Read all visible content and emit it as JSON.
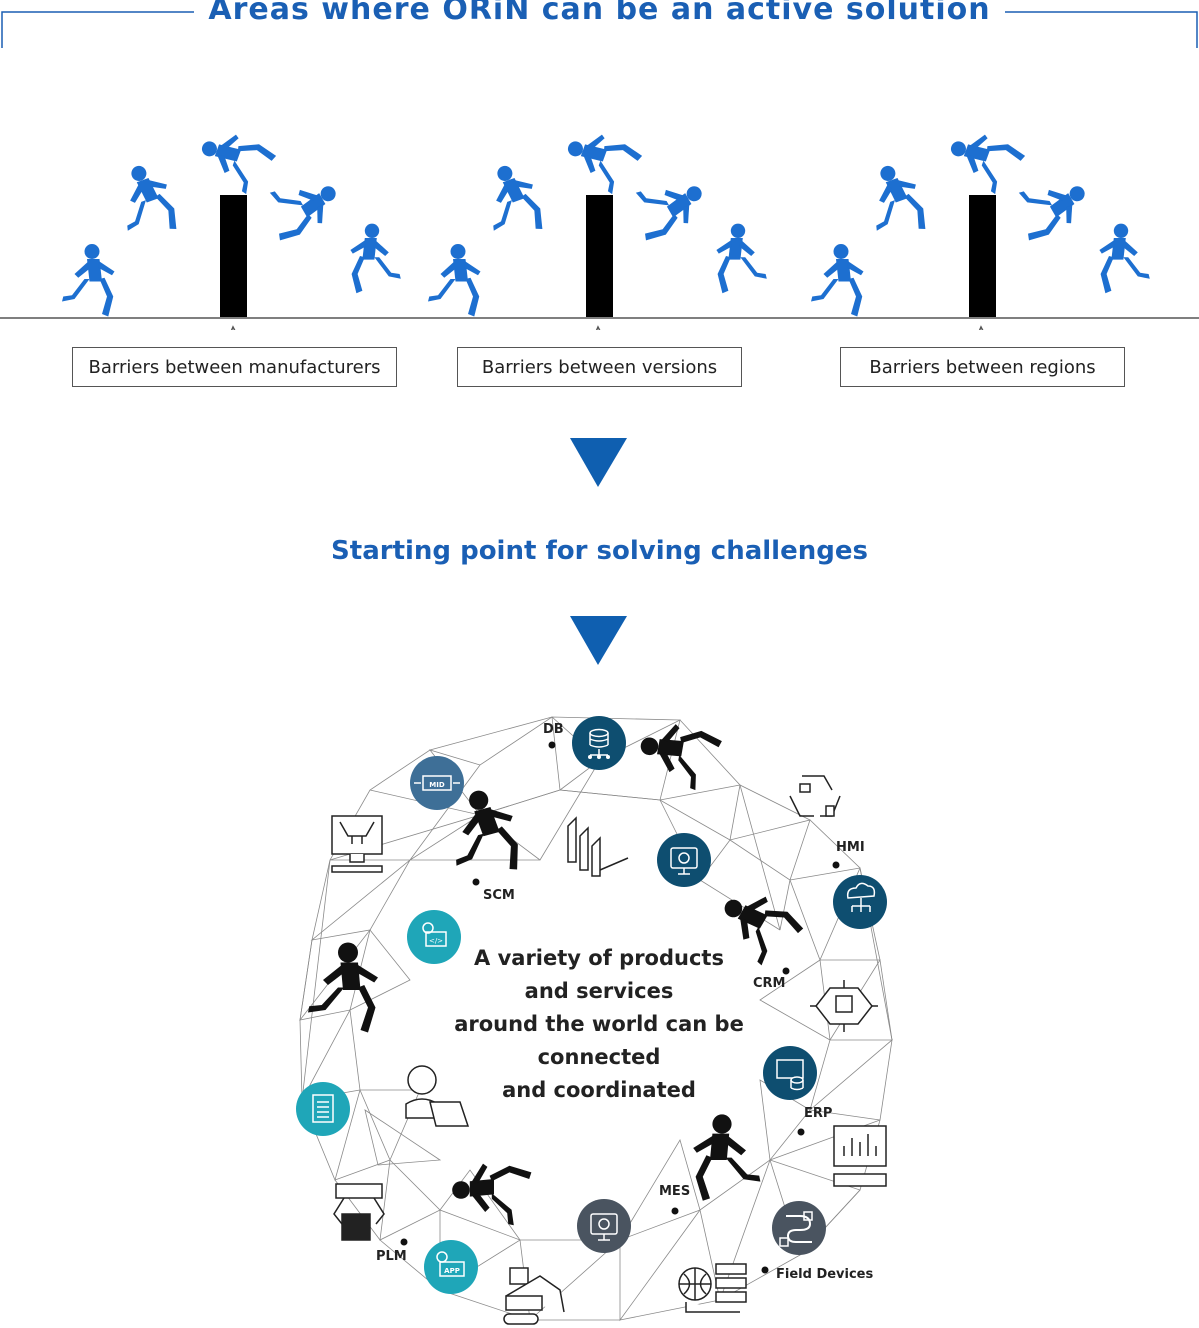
{
  "title": "Areas where ORiN can be an active solution",
  "barriers": [
    "Barriers between manufacturers",
    "Barriers between versions",
    "Barriers between regions"
  ],
  "subheading": "Starting point for solving challenges",
  "center_text": [
    "A variety of products",
    "and services",
    "around the world can be",
    "connected",
    "and coordinated"
  ],
  "network_labels": {
    "db": "DB",
    "hmi": "HMI",
    "scm": "SCM",
    "crm": "CRM",
    "erp": "ERP",
    "mes": "MES",
    "plm": "PLM",
    "field": "Field Devices"
  },
  "icons": {
    "mid_tag": "MID",
    "app_tag": "APP"
  },
  "colors": {
    "accent_blue": "#1a5fb4",
    "navy": "#0e4e70",
    "teal": "#1fa6b8",
    "slate": "#3e6f97",
    "gray": "#4a5460",
    "runner_blue": "#1d6fd0"
  }
}
